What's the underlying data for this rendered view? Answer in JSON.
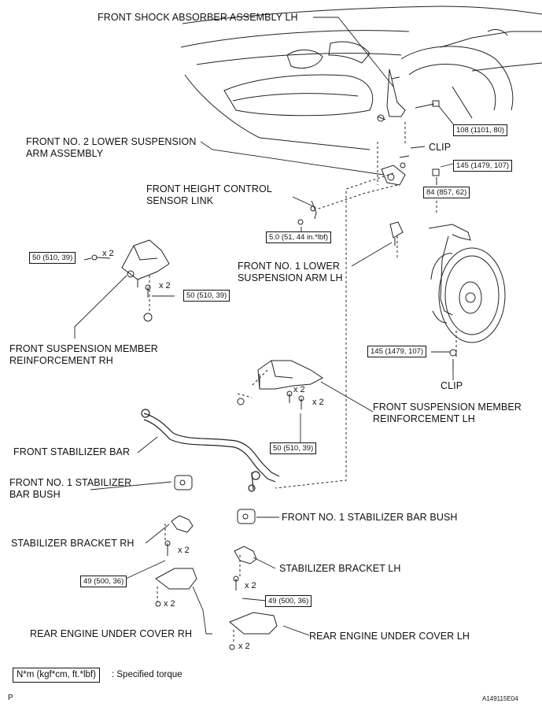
{
  "labels": {
    "shock": "FRONT SHOCK ABSORBER ASSEMBLY LH",
    "no2_arm_l1": "FRONT NO. 2 LOWER SUSPENSION",
    "no2_arm_l2": "ARM ASSEMBLY",
    "height_l1": "FRONT HEIGHT CONTROL",
    "height_l2": "SENSOR LINK",
    "no1_arm_l1": "FRONT NO. 1 LOWER",
    "no1_arm_l2": "SUSPENSION ARM LH",
    "member_rh_l1": "FRONT SUSPENSION MEMBER",
    "member_rh_l2": "REINFORCEMENT RH",
    "member_lh_l1": "FRONT SUSPENSION MEMBER",
    "member_lh_l2": "REINFORCEMENT LH",
    "stab_bar": "FRONT STABILIZER BAR",
    "bush_rh_l1": "FRONT NO. 1 STABILIZER",
    "bush_rh_l2": "BAR BUSH",
    "bush_lh": "FRONT NO. 1 STABILIZER BAR BUSH",
    "bracket_rh": "STABILIZER BRACKET RH",
    "bracket_lh": "STABILIZER BRACKET LH",
    "cover_rh": "REAR ENGINE UNDER COVER RH",
    "cover_lh": "REAR ENGINE UNDER COVER LH",
    "clip_top": "CLIP",
    "clip_bottom": "CLIP"
  },
  "torques": {
    "t108": "108 (1101, 80)",
    "t145_top": "145 (1479, 107)",
    "t84": "84 (857, 62)",
    "t5": "5.0 (51, 44 in.*lbf)",
    "t50_left": "50 (510, 39)",
    "t50_mid": "50 (510, 39)",
    "t145_bottom": "145 (1479, 107)",
    "t50_lower": "50 (510, 39)",
    "t49_rh": "49 (500, 36)",
    "t49_lh": "49 (500, 36)"
  },
  "quantities": {
    "q1": "x 2",
    "q2": "x 2",
    "q3": "x 2",
    "q4": "x 2",
    "q5": "x 2",
    "q6": "x 2",
    "q7": "x 2",
    "q8": "x 2"
  },
  "legend": {
    "box": "N*m (kgf*cm, ft.*lbf)",
    "text": ": Specified torque"
  },
  "corner": {
    "left": "P",
    "right": "A149115E04"
  }
}
